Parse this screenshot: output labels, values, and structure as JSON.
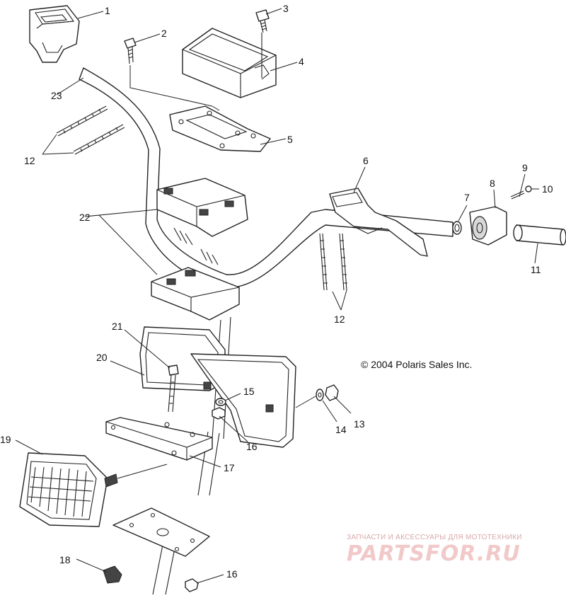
{
  "diagram": {
    "copyright": "© 2004 Polaris Sales Inc.",
    "watermark_line1": "ЗАПЧАСТИ И АКСЕССУАРЫ ДЛЯ МОТОТЕХНИКИ",
    "watermark_logo": "PARTSFOR.RU",
    "callouts": {
      "c1": "1",
      "c2": "2",
      "c3": "3",
      "c4": "4",
      "c5": "5",
      "c6": "6",
      "c7": "7",
      "c8": "8",
      "c9": "9",
      "c10": "10",
      "c11": "11",
      "c12a": "12",
      "c12b": "12",
      "c13": "13",
      "c14": "14",
      "c15": "15",
      "c16a": "16",
      "c16b": "16",
      "c17": "17",
      "c18": "18",
      "c19": "19",
      "c20": "20",
      "c21": "21",
      "c22": "22",
      "c23": "23"
    }
  },
  "colors": {
    "line": "#222222",
    "watermark": "#e8a0a0"
  }
}
